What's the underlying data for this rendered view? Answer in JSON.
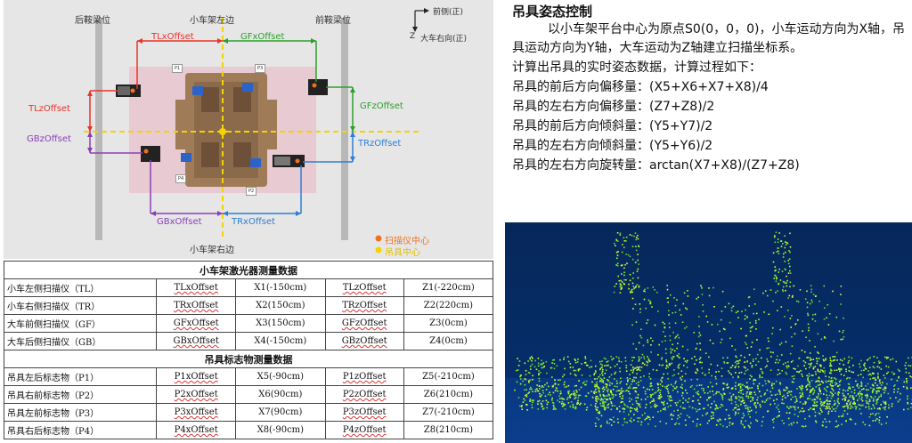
{
  "diagram": {
    "top_labels": {
      "rear_beam": "后鞍梁位",
      "left_edge": "小车架左边",
      "front_beam": "前鞍梁位"
    },
    "bottom_label": "小车架右边",
    "axes": {
      "x_label": "前侧(正)",
      "z_prefix": "Z",
      "z_label": "大车右向(正)"
    },
    "offsets": {
      "tlx": "TLxOffset",
      "gfx": "GFxOffset",
      "tlz": "TLzOffset",
      "gbz": "GBzOffset",
      "gfz": "GFzOffset",
      "trz": "TRzOffset",
      "gbx": "GBxOffset",
      "trx": "TRxOffset"
    },
    "markers": {
      "p1": "P1",
      "p2": "P2",
      "p3": "P3",
      "p4": "P4"
    },
    "legend": {
      "scanner_center": "扫描仪中心",
      "spreader_center": "吊具中心"
    },
    "colors": {
      "red": "#e8332b",
      "green": "#2aa02a",
      "blue": "#2b7fd4",
      "purple": "#8a3fb8",
      "yellow": "#f4d400",
      "orange": "#f07020"
    }
  },
  "table": {
    "section1_title": "小车架激光器测量数据",
    "section2_title": "吊具标志物测量数据",
    "section1_rows": [
      [
        "小车左侧扫描仪（TL）",
        "TLxOffset",
        "X1(-150cm)",
        "TLzOffset",
        "Z1(-220cm)"
      ],
      [
        "小车右侧扫描仪（TR）",
        "TRxOffset",
        "X2(150cm)",
        "TRzOffset",
        "Z2(220cm)"
      ],
      [
        "大车前侧扫描仪（GF）",
        "GFxOffset",
        "X3(150cm)",
        "GFzOffset",
        "Z3(0cm)"
      ],
      [
        "大车后侧扫描仪（GB）",
        "GBxOffset",
        "X4(-150cm)",
        "GBzOffset",
        "Z4(0cm)"
      ]
    ],
    "section2_rows": [
      [
        "吊具左后标志物（P1）",
        "P1xOffset",
        "X5(-90cm)",
        "P1zOffset",
        "Z5(-210cm)"
      ],
      [
        "吊具右前标志物（P2）",
        "P2xOffset",
        "X6(90cm)",
        "P2zOffset",
        "Z6(210cm)"
      ],
      [
        "吊具左前标志物（P3）",
        "P3xOffset",
        "X7(90cm)",
        "P3zOffset",
        "Z7(-210cm)"
      ],
      [
        "吊具右后标志物（P4）",
        "P4xOffset",
        "X8(-90cm)",
        "P4zOffset",
        "Z8(210cm)"
      ]
    ]
  },
  "text": {
    "title": "吊具姿态控制",
    "intro": "以小车架平台中心为原点S0(0，0，0)，小车运动方向为X轴，吊具运动方向为Y轴，大车运动为Z轴建立扫描坐标系。",
    "calc_intro": "计算出吊具的实时姿态数据，计算过程如下：",
    "lines": [
      "吊具的前后方向偏移量：(X5+X6+X7+X8)/4",
      "吊具的左右方向偏移量：(Z7+Z8)/2",
      "吊具的前后方向倾斜量：(Y5+Y7)/2",
      "吊具的左右方向倾斜量：(Y5+Y6)/2",
      "吊具的左右方向旋转量：arctan(X7+X8)/(Z7+Z8)"
    ]
  }
}
